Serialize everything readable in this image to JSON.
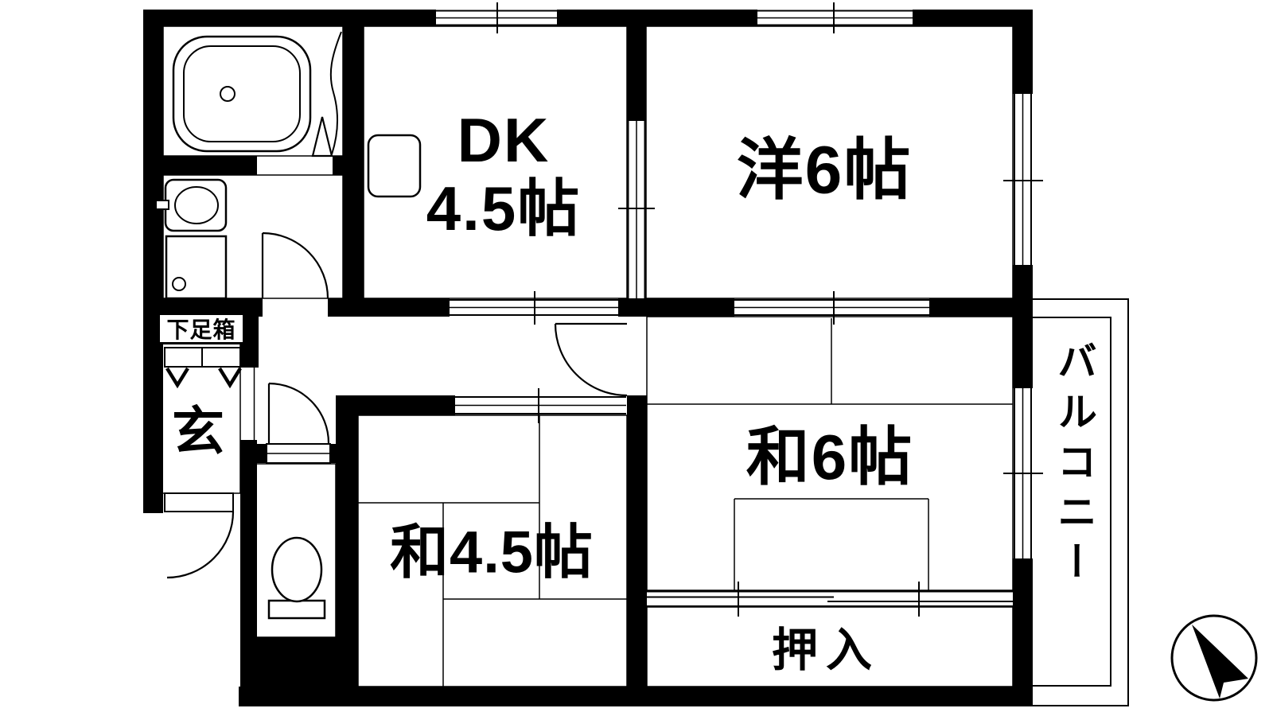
{
  "title": "apartment-floor-plan",
  "labels": {
    "dk_line1": "DK",
    "dk_line2": "4.5帖",
    "western_room": "洋6帖",
    "japanese_room_6": "和6帖",
    "japanese_room_45": "和4.5帖",
    "closet": "押入",
    "balcony": "バルコニー",
    "entrance": "玄",
    "shoe_box": "下足箱"
  },
  "rooms": [
    {
      "key": "dk",
      "label": "DK 4.5帖"
    },
    {
      "key": "western",
      "label": "洋6帖"
    },
    {
      "key": "japanese6",
      "label": "和6帖"
    },
    {
      "key": "japanese45",
      "label": "和4.5帖"
    },
    {
      "key": "closet",
      "label": "押入"
    },
    {
      "key": "balcony",
      "label": "バルコニー"
    },
    {
      "key": "entrance",
      "label": "玄"
    },
    {
      "key": "shoe_box",
      "label": "下足箱"
    }
  ],
  "fixtures": [
    "bathtub",
    "wash-basin",
    "washing-machine-pan",
    "toilet",
    "kitchen-sink",
    "shoe-cabinet",
    "compass"
  ],
  "colors": {
    "wall": "#000000",
    "background": "#ffffff",
    "line": "#000000"
  }
}
